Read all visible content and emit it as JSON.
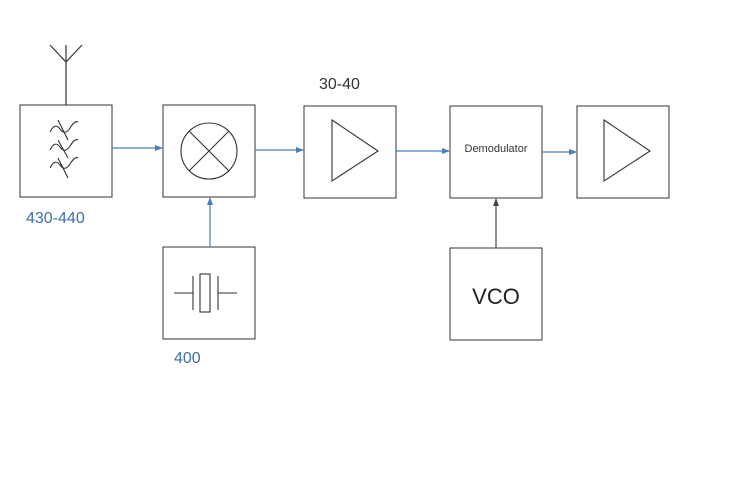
{
  "diagram": {
    "blocks": {
      "filter": {
        "icon": "bandpass-filter-icon"
      },
      "mixer": {
        "icon": "mixer-icon"
      },
      "oscillator": {
        "icon": "crystal-icon"
      },
      "if_amplifier": {
        "icon": "amplifier-triangle-icon"
      },
      "demodulator": {
        "label": "Demodulator"
      },
      "vco": {
        "label": "VCO"
      },
      "output_amplifier": {
        "icon": "amplifier-triangle-icon"
      }
    },
    "labels": {
      "filter_freq": "430-440",
      "oscillator_freq": "400",
      "if_freq": "30-40"
    },
    "colors": {
      "block_stroke": "#333333",
      "signal_arrow": "#4a7ebb",
      "vco_arrow": "#444444",
      "freq_label_blue": "#3a6faa",
      "freq_label_dark": "#333333"
    }
  }
}
